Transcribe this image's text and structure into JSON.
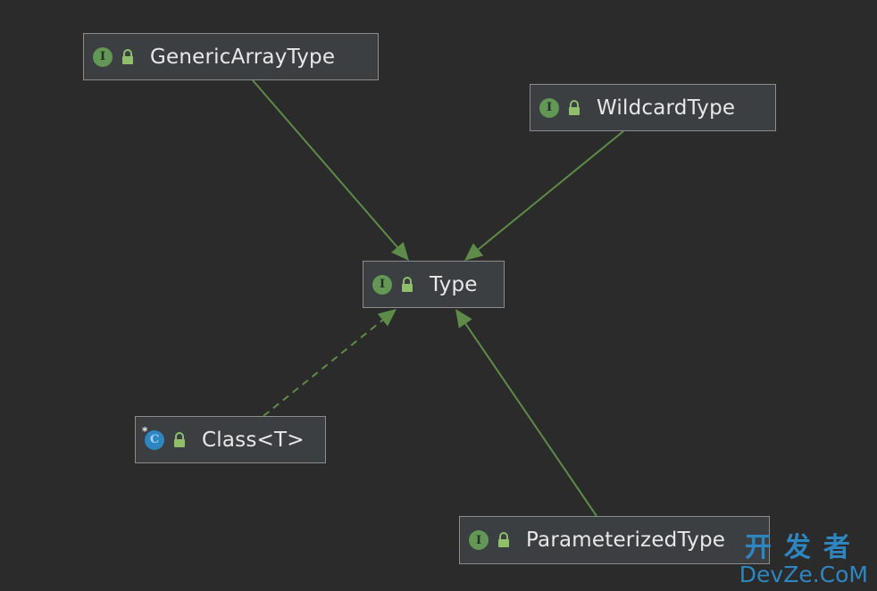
{
  "diagram": {
    "nodes": [
      {
        "id": "generic",
        "label": "GenericArrayType",
        "kind": "interface",
        "kind_glyph": "I"
      },
      {
        "id": "wildcard",
        "label": "WildcardType",
        "kind": "interface",
        "kind_glyph": "I"
      },
      {
        "id": "type",
        "label": "Type",
        "kind": "interface",
        "kind_glyph": "I"
      },
      {
        "id": "class",
        "label": "Class<T>",
        "kind": "class",
        "kind_glyph": "C"
      },
      {
        "id": "param",
        "label": "ParameterizedType",
        "kind": "interface",
        "kind_glyph": "I"
      }
    ],
    "edges": [
      {
        "from": "generic",
        "to": "type",
        "style": "solid"
      },
      {
        "from": "wildcard",
        "to": "type",
        "style": "solid"
      },
      {
        "from": "class",
        "to": "type",
        "style": "dashed"
      },
      {
        "from": "param",
        "to": "type",
        "style": "solid"
      }
    ]
  },
  "icons": {
    "interface": "interface-icon",
    "class": "class-icon",
    "lock": "lock-icon"
  },
  "colors": {
    "background": "#2b2b2b",
    "node_fill": "#3c3f41",
    "node_border": "#8c8c8c",
    "edge": "#5e8c48",
    "interface_icon": "#629755",
    "class_icon": "#2e86c1"
  },
  "watermark": {
    "top": "开发者",
    "bottom": "DevZe.CoM"
  }
}
